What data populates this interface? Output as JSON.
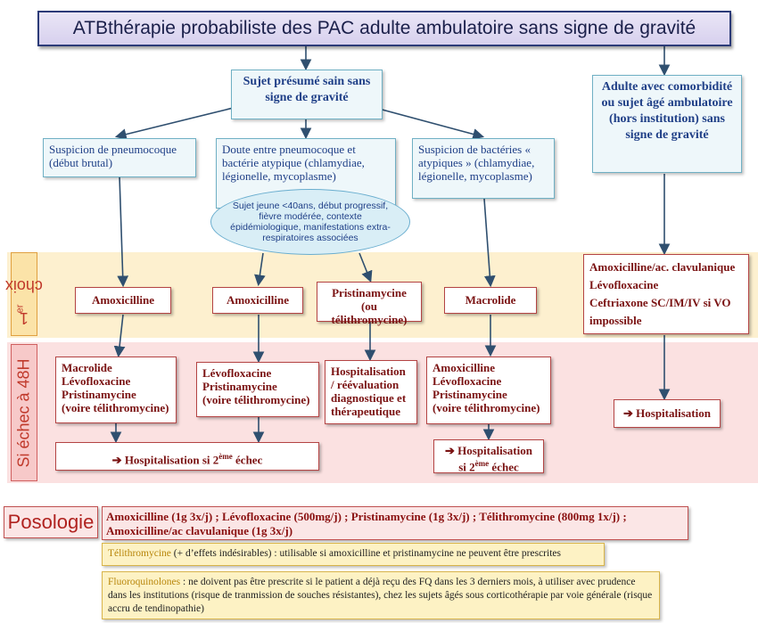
{
  "title": "ATBthérapie probabiliste des PAC adulte ambulatoire sans signe de gravité",
  "sujet_sain": "Sujet présumé sain sans signe de gravité",
  "adulte_comorbidite": "Adulte avec comorbidité ou sujet âgé ambulatoire (hors institution) sans signe de gravité",
  "suspicions": {
    "pneumocoque": "Suspicion de pneumocoque (début brutal)",
    "doute": "Doute entre pneumocoque et bactérie atypique (chlamydiae, légionelle, mycoplasme)",
    "atypiques": "Suspicion de bactéries « atypiques » (chlamydiae, légionelle, mycoplasme)"
  },
  "oval_text": "Sujet jeune <40ans, début progressif, fièvre modérée, contexte épidémiologique, manifestations extra-respiratoires associées",
  "labels": {
    "premier_choix_base": "1",
    "premier_choix_sup": "er",
    "premier_choix_end": " choix",
    "echec": "Si échec à 48H"
  },
  "premier_choix": {
    "amoxicilline_1": "Amoxicilline",
    "amoxicilline_2": "Amoxicilline",
    "pristinamycine_a": "Pristinamycine",
    "pristinamycine_b": "(ou télithromycine)",
    "macrolide": "Macrolide",
    "comorbidite_lines": [
      "Amoxicilline/ac. clavulanique",
      "Lévofloxacine",
      "Ceftriaxone SC/IM/IV si VO impossible"
    ]
  },
  "echec": {
    "col1": [
      "Macrolide",
      "Lévofloxacine",
      "Pristinamycine",
      "(voire télithromycine)"
    ],
    "col2": [
      "Lévofloxacine",
      "Pristinamycine",
      "(voire télithromycine)"
    ],
    "col3": [
      "Hospitalisation",
      "/ réévaluation",
      "diagnostique et",
      "thérapeutique"
    ],
    "col4": [
      "Amoxicilline",
      "Lévofloxacine",
      "Pristinamycine",
      "(voire télithromycine)"
    ],
    "col5": "➔ Hospitalisation"
  },
  "hospitalisation_2e": {
    "arrow": "➔ ",
    "text": "Hospitalisation si 2",
    "sup": "ème",
    "end": " échec"
  },
  "hospitalisation_2e_b": {
    "line1": "➔ Hospitalisation",
    "line2": "si 2",
    "sup": "ème",
    "end": " échec"
  },
  "posologie": {
    "label": "Posologie",
    "text": "Amoxicilline (1g 3x/j) ; Lévofloxacine (500mg/j) ; Pristinamycine (1g 3x/j) ; Télithromycine (800mg 1x/j) ; Amoxicilline/ac clavulanique (1g 3x/j)"
  },
  "note_telithro": {
    "head": "Télithromycine",
    "text": " (+ d’effets indésirables) : utilisable si amoxicilline et pristinamycine ne peuvent être prescrites"
  },
  "note_fluoro": {
    "head": "Fluoroquinolones",
    "text": " : ne doivent pas être prescrite si le patient a déjà reçu des FQ dans les 3 derniers mois, à utiliser avec prudence dans les institutions (risque de tranmission de souches résistantes), chez les sujets âgés sous corticothérapie par voie générale (risque accru de tendinopathie)"
  },
  "colors": {
    "band_premier": "#fdf0cf",
    "band_echec": "#fbe1e1",
    "arrow": "#2f4f6f",
    "blue_text": "#1f3f87",
    "red_text": "#7a1212"
  }
}
